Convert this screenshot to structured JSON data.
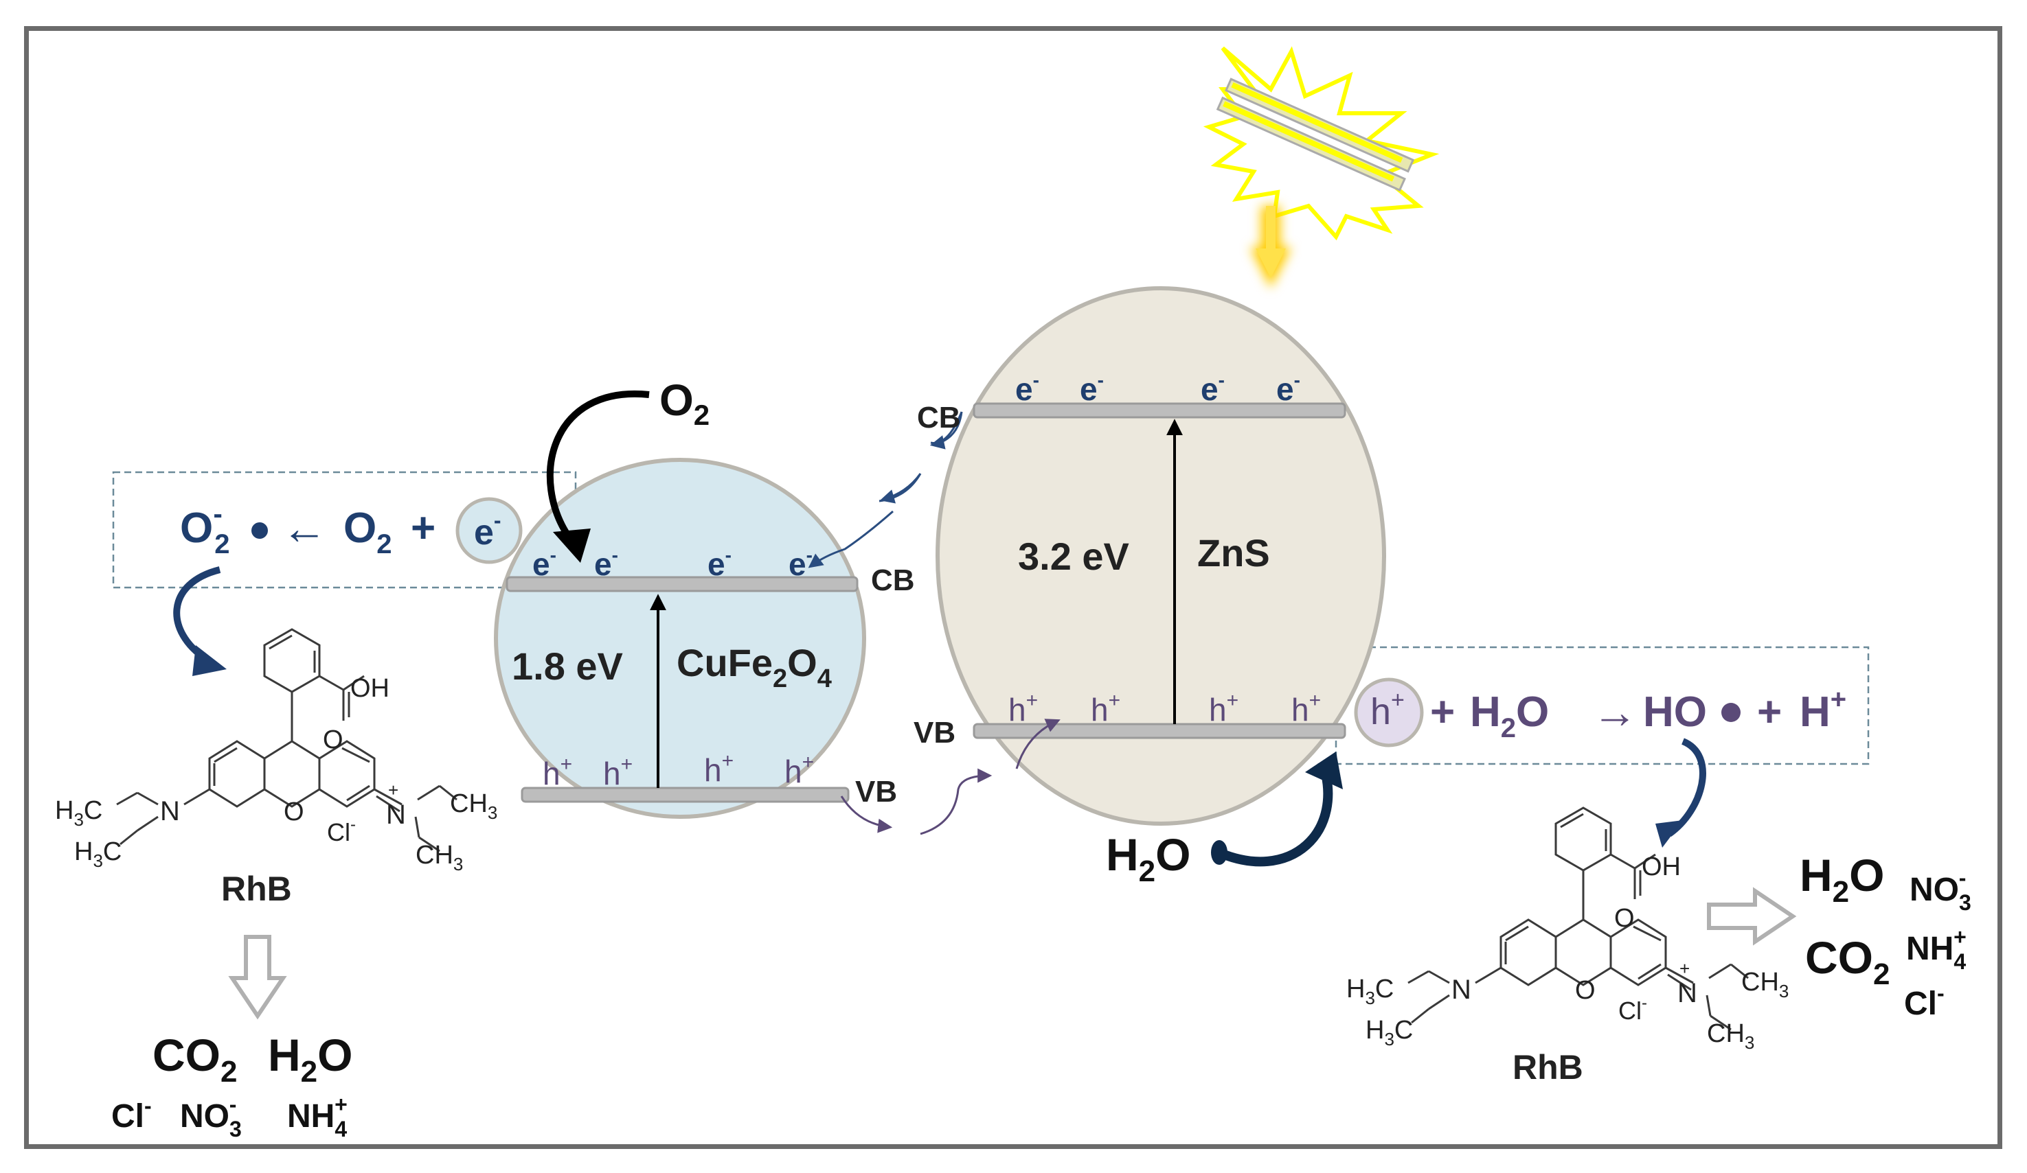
{
  "cufe2o4": {
    "name": "CuFe",
    "sub1": "2",
    "o": "O",
    "sub2": "4",
    "gap": "1.8 eV",
    "cb": "CB",
    "vb": "VB"
  },
  "zns": {
    "name": "ZnS",
    "gap": "3.2 eV",
    "cb": "CB",
    "vb": "VB"
  },
  "carriers": {
    "electron": "e",
    "electron_sup": "-",
    "hole": "h",
    "hole_sup": "+"
  },
  "reduction": {
    "o2_top": "O",
    "o2_top_sub": "2",
    "left_product": "O",
    "left_sub": "2",
    "left_sup": "-",
    "arrow": "←",
    "o2": "O",
    "o2_sub": "2",
    "plus": "+",
    "e": "e",
    "e_sup": "-"
  },
  "oxidation": {
    "h": "h",
    "h_sup": "+",
    "plus1": "+",
    "h2o": "H",
    "h2o_sub": "2",
    "h2o_o": "O",
    "arrow": "→",
    "ho": "HO",
    "plus2": "+",
    "hplus": "H",
    "hplus_sup": "+"
  },
  "water_bottom": {
    "h": "H",
    "sub": "2",
    "o": "O"
  },
  "rhb_left": {
    "label": "RhB",
    "oh": "OH",
    "o_carbonyl": "O",
    "o_ring": "O",
    "n_left": "N",
    "n_right": "N",
    "h3c_top": "H",
    "h3c_top_sub": "3",
    "h3c_top_c": "C",
    "h3c_bot": "H",
    "h3c_bot_sub": "3",
    "h3c_bot_c": "C",
    "ch3_top": "CH",
    "ch3_top_sub": "3",
    "ch3_bot": "CH",
    "ch3_bot_sub": "3",
    "cl": "Cl",
    "cl_sup": "-",
    "nplus": "+"
  },
  "rhb_right": {
    "label": "RhB",
    "oh": "OH",
    "o_carbonyl": "O",
    "o_ring": "O",
    "n_left": "N",
    "n_right": "N",
    "h3c_top": "H",
    "h3c_top_sub": "3",
    "h3c_top_c": "C",
    "h3c_bot": "H",
    "h3c_bot_sub": "3",
    "h3c_bot_c": "C",
    "ch3_top": "CH",
    "ch3_top_sub": "3",
    "ch3_bot": "CH",
    "ch3_bot_sub": "3",
    "cl": "Cl",
    "cl_sup": "-",
    "nplus": "+"
  },
  "products_left": {
    "co2": "CO",
    "co2_sub": "2",
    "h2o": "H",
    "h2o_sub": "2",
    "h2o_o": "O",
    "cl": "Cl",
    "cl_sup": "-",
    "no3": "NO",
    "no3_sub": "3",
    "no3_sup": "-",
    "nh4": "NH",
    "nh4_sub": "4",
    "nh4_sup": "+"
  },
  "products_right": {
    "h2o": "H",
    "h2o_sub": "2",
    "h2o_o": "O",
    "no3": "NO",
    "no3_sub": "3",
    "no3_sup": "-",
    "co2": "CO",
    "co2_sub": "2",
    "nh4": "NH",
    "nh4_sub": "4",
    "nh4_sup": "+",
    "cl": "Cl",
    "cl_sup": "-"
  },
  "colors": {
    "cufe2o4_fill": "#d6e8ef",
    "zns_fill": "#ece8dd",
    "outline": "#b9b6ae",
    "navy": "#1f3e6e",
    "purple": "#5b4a78",
    "lamp": "#ffff00",
    "ray": "#ffcc00"
  }
}
